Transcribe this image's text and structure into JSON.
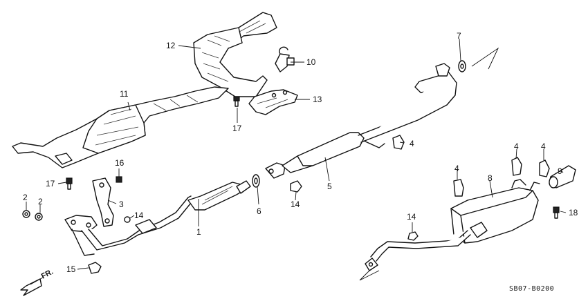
{
  "drawing_code": "SB07-B0200",
  "front_marker": "FR.",
  "callouts": {
    "c1": "1",
    "c2a": "2",
    "c2b": "2",
    "c3": "3",
    "c4a": "4",
    "c4b": "4",
    "c4c": "4",
    "c4d": "4",
    "c5": "5",
    "c6": "6",
    "c7": "7",
    "c8": "8",
    "c9": "9",
    "c10": "10",
    "c11": "11",
    "c12": "12",
    "c13": "13",
    "c14a": "14",
    "c14b": "14",
    "c14c": "14",
    "c15": "15",
    "c16": "16",
    "c17a": "17",
    "c17b": "17",
    "c18": "18"
  }
}
